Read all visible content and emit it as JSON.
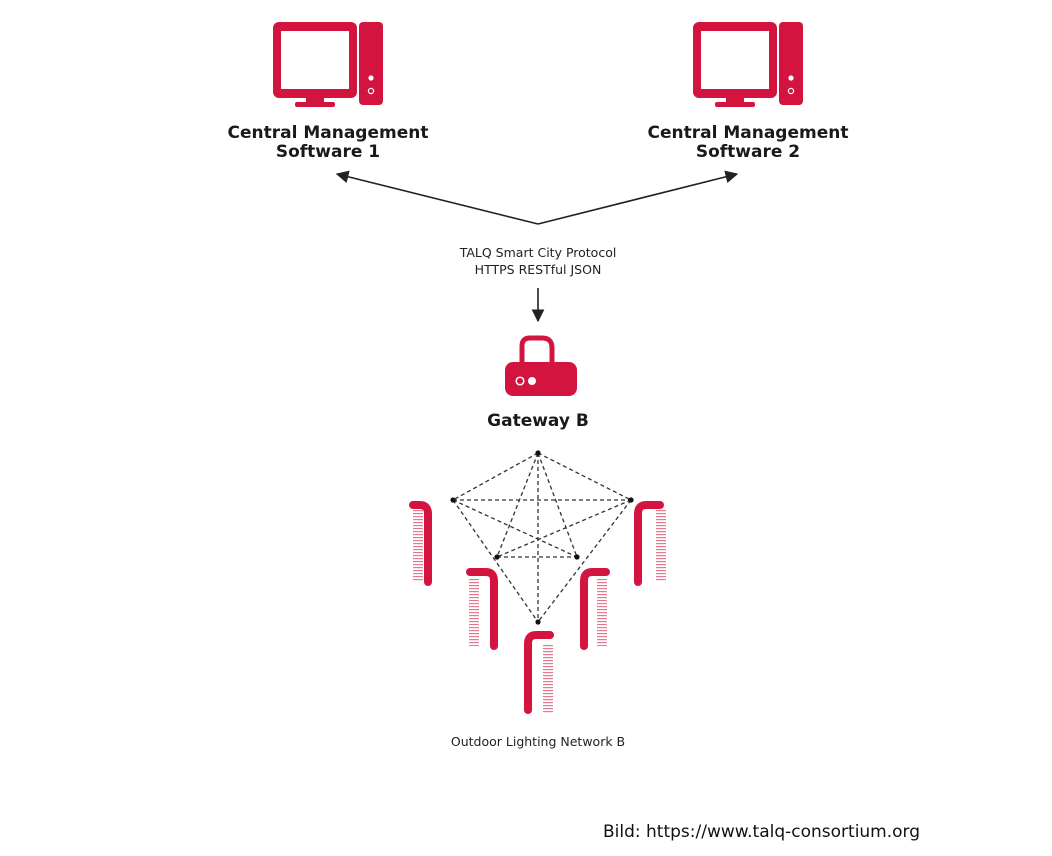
{
  "cms1": {
    "line1": "Central Management",
    "line2": "Software 1",
    "icon": "desktop-computer-icon"
  },
  "cms2": {
    "line1": "Central Management",
    "line2": "Software 2",
    "icon": "desktop-computer-icon"
  },
  "protocol": {
    "line1": "TALQ Smart City Protocol",
    "line2": "HTTPS RESTful JSON"
  },
  "gateway": {
    "label": "Gateway B",
    "icon": "router-icon"
  },
  "network": {
    "label": "Outdoor Lighting Network B",
    "icon": "street-light-icon"
  },
  "credit": "Bild: https://www.talq-consortium.org",
  "colors": {
    "accent": "#d2143f",
    "line": "#222222"
  }
}
